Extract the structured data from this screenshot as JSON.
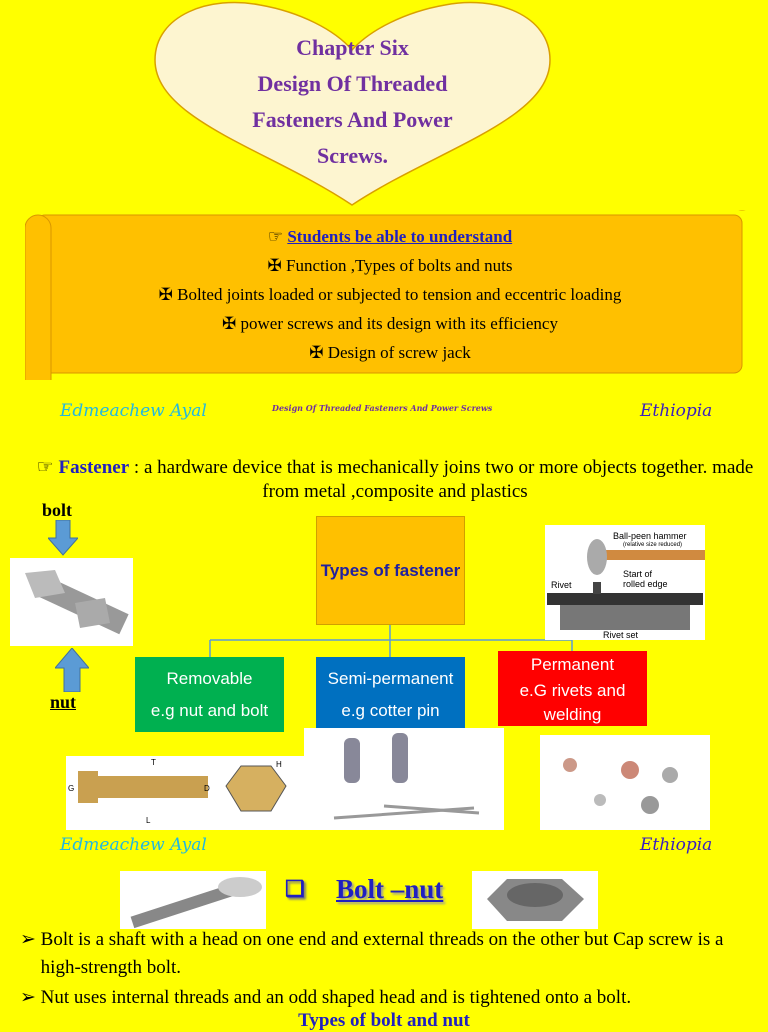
{
  "title": {
    "line1": "Chapter Six",
    "line2": "Design Of Threaded",
    "line3": "Fasteners And Power",
    "line4": "Screws."
  },
  "objectives": {
    "heading": "Students be able to understand",
    "items": [
      "Function ,Types of bolts and nuts",
      "Bolted joints loaded or subjected to tension and  eccentric loading",
      "power screws and its design with its efficiency",
      "Design of screw jack"
    ]
  },
  "footer": {
    "author": "Edmeachew Ayal",
    "center": "Design Of Threaded Fasteners And Power Screws",
    "country": "Ethiopia"
  },
  "fastener": {
    "term": "Fastener",
    "definition": ": a hardware device that is  mechanically joins two or more objects together. made from metal ,composite and plastics"
  },
  "labels": {
    "bolt": "bolt",
    "nut": "nut"
  },
  "diagram": {
    "root": "Types of fastener",
    "removable": {
      "title": "Removable",
      "example": "e.g nut and bolt",
      "color": "#00b050"
    },
    "semi": {
      "title": "Semi-permanent",
      "example": "e.g cotter pin",
      "color": "#0070c0"
    },
    "permanent": {
      "title": "Permanent",
      "example": "e.G rivets and welding",
      "color": "#ff0000"
    }
  },
  "rivet_figure": {
    "hammer": "Ball-peen hammer",
    "note": "(relative size reduced)",
    "rivet": "Rivet",
    "start": "Start of rolled edge",
    "set": "Rivet set"
  },
  "bolt_dims": {
    "t": "T",
    "h": "H",
    "g": "G",
    "d": "D",
    "l": "L"
  },
  "section": {
    "title": "Bolt –nut",
    "bullets": [
      "Bolt is a shaft with a head on one end and external threads on the other but Cap screw is a high-strength bolt.",
      "Nut uses internal threads and an odd shaped head and is tightened onto a bolt."
    ],
    "next": "Types of bolt and nut"
  }
}
